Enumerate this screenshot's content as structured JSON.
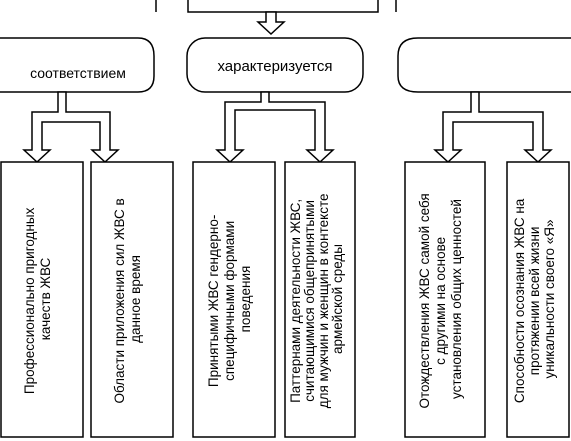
{
  "diagram": {
    "middle_node": "характеризуется",
    "left_node": "соответствием",
    "leaves": [
      [
        "Профессионально пригодных",
        "качеств ЖВС"
      ],
      [
        "Области приложения сил ЖВС в",
        "данное время"
      ],
      [
        "Принятыми ЖВС гендерно-",
        "специфичными формами",
        "поведения"
      ],
      [
        "Паттернами деятельности ЖВС,",
        "считающимися общепринятыми",
        "для мужчин и женщин в контексте",
        "армейской среды"
      ],
      [
        "Отождествления ЖВС самой себя",
        "с другими на основе",
        "установления общих ценностей"
      ],
      [
        "Способности осознания ЖВС на",
        "протяжении всей жизни",
        "уникальности своего «Я»"
      ]
    ]
  }
}
